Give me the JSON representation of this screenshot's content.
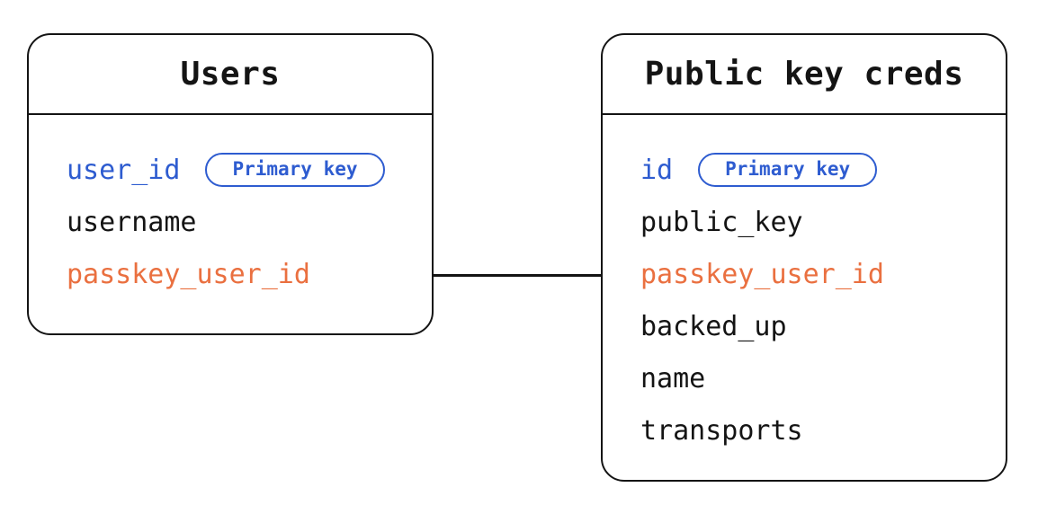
{
  "colors": {
    "line_black": "#141414",
    "primary_key_blue": "#2e5cd0",
    "foreign_key_orange": "#ea7040",
    "background": "#ffffff"
  },
  "tables": [
    {
      "title": "Users",
      "fields": [
        {
          "name": "user_id",
          "style": "primary",
          "badge": "Primary key"
        },
        {
          "name": "username",
          "style": "normal"
        },
        {
          "name": "passkey_user_id",
          "style": "foreign"
        }
      ]
    },
    {
      "title": "Public key creds",
      "fields": [
        {
          "name": "id",
          "style": "primary",
          "badge": "Primary key"
        },
        {
          "name": "public_key",
          "style": "normal"
        },
        {
          "name": "passkey_user_id",
          "style": "foreign"
        },
        {
          "name": "backed_up",
          "style": "normal"
        },
        {
          "name": "name",
          "style": "normal"
        },
        {
          "name": "transports",
          "style": "normal"
        }
      ]
    }
  ]
}
